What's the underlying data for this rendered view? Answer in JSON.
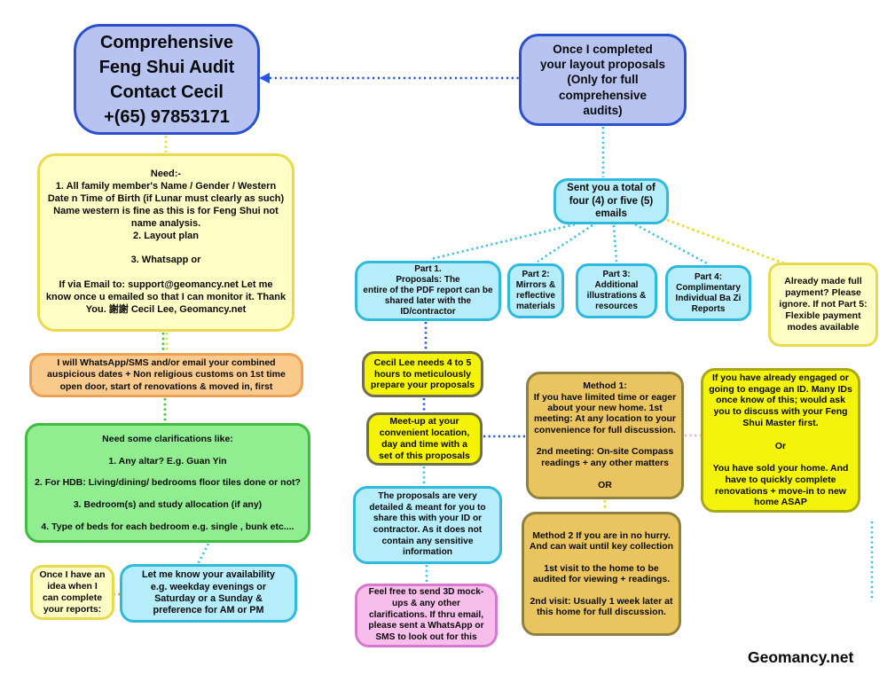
{
  "colors": {
    "blue_fill": "#b7c4f1",
    "blue_border": "#2b50cf",
    "paleyellow_fill": "#ffffc5",
    "paleyellow_border": "#e9d94f",
    "orange_fill": "#f9ca8c",
    "orange_border": "#eca053",
    "green_fill": "#90ee90",
    "green_border": "#3fbc3f",
    "cyan_fill": "#b5edfa",
    "cyan_border": "#2fb9dd",
    "brightyellow_fill": "#f3f303",
    "brightyellow_border": "#6f6f4f",
    "gold_fill": "#eac55f",
    "gold_border": "#8e8040",
    "engaged_fill": "#f4f40a",
    "engaged_border": "#a9a81a",
    "pink_fill": "#f7bdeb",
    "pink_border": "#d878cf",
    "line_blue": "#2454e8",
    "line_cyan": "#38c4e8",
    "line_yellow": "#e6dd38",
    "line_green": "#3fc53f",
    "line_orange": "#ee9a3c",
    "line_pink": "#f0a8d8"
  },
  "nodes": {
    "title": {
      "text": "Comprehensive\nFeng Shui Audit\nContact Cecil\n+(65) 97853171"
    },
    "completed": {
      "text": "Once I completed\nyour layout proposals\n(Only for full\ncomprehensive\naudits)"
    },
    "need": {
      "text": "Need:-\n1. All family member's Name / Gender / Western Date n Time of Birth (if Lunar must clearly as such) Name western is fine as this is for Feng Shui not name analysis.\n2. Layout plan\n\n3. Whatsapp or\n\nIf via Email to: support@geomancy.net Let me know once u emailed so that I can monitor it. Thank You. 謝謝 Cecil Lee, Geomancy.net"
    },
    "whatsapp": {
      "text": "I will WhatsApp/SMS and/or email your combined auspicious dates + Non religious customs on 1st time open door, start of renovations & moved in, first"
    },
    "clarify": {
      "text": "Need some clarifications like:\n\n1. Any altar? E.g. Guan Yin\n\n2. For HDB: Living/dining/ bedrooms floor tiles done or not?\n\n3. Bedroom(s) and study allocation (if any)\n\n4. Type of beds for each bedroom e.g. single , bunk etc...."
    },
    "reports": {
      "text": "Once I have an idea when I can complete your reports:"
    },
    "availability": {
      "text": "Let me know your availability\ne.g. weekday evenings or\nSaturday or a Sunday &\npreference for AM or PM"
    },
    "emails": {
      "text": "Sent you a total of\nfour (4) or five (5)\nemails"
    },
    "part1": {
      "text": "Part 1.\nProposals: The\nentire of the PDF report can be shared later with the ID/contractor"
    },
    "part2": {
      "text": "Part 2:\nMirrors & reflective materials"
    },
    "part3": {
      "text": "Part 3:\nAdditional illustrations & resources"
    },
    "part4": {
      "text": "Part 4:\nComplimentary Individual Ba Zi Reports"
    },
    "payment": {
      "text": "Already made full payment? Please ignore. If not Part 5: Flexible payment modes available"
    },
    "cecil": {
      "text": "Cecil Lee needs 4 to 5\nhours to meticulously\nprepare your proposals"
    },
    "meetup": {
      "text": "Meet-up at your\nconvenient location,\nday and time with a\nset of this proposals"
    },
    "detailed": {
      "text": "The proposals are very detailed & meant for you to share this with your ID or contractor. As it does not contain any sensitive information"
    },
    "mockups": {
      "text": "Feel free to send 3D mock-ups & any other clarifications. If thru email, please sent a WhatsApp or SMS to look out for this"
    },
    "method1": {
      "text": "Method 1:\nIf you have limited time or eager about your new home. 1st meeting: At any location to your convenience for full discussion.\n\n2nd meeting: On-site Compass readings + any other matters\n\nOR"
    },
    "method2": {
      "text": "Method 2 If you are in no hurry. And can wait until key collection\n\n1st visit to the home to be audited for viewing + readings.\n\n2nd visit: Usually 1 week later at this home for full discussion."
    },
    "engaged": {
      "text": "If you have already engaged or going to engage an ID. Many IDs once know of this; would ask you to discuss with your Feng Shui Master first.\n\nOr\n\nYou have sold your home. And have to quickly complete renovations + move-in to new home ASAP"
    }
  },
  "footer": {
    "text": "Geomancy.net"
  }
}
